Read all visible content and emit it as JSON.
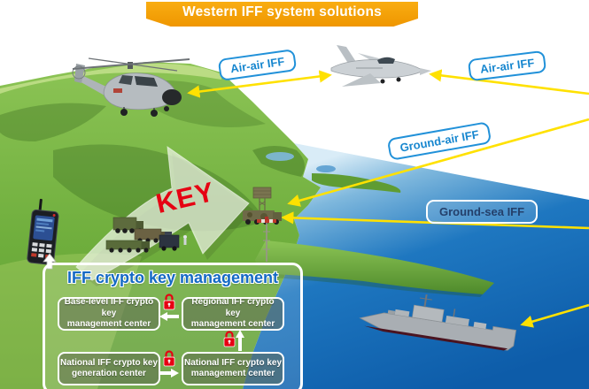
{
  "banner": {
    "title": "Western IFF system solutions"
  },
  "links": {
    "air_air_left": {
      "label": "Air-air IFF"
    },
    "air_air_right": {
      "label": "Air-air IFF"
    },
    "ground_air": {
      "label": "Ground-air IFF"
    },
    "ground_sea": {
      "label": "Ground-sea IFF"
    }
  },
  "key_label": "KEY",
  "crypto_panel": {
    "title": "IFF crypto key management",
    "boxes": {
      "base_level": {
        "line1": "Base-level IFF crypto key",
        "line2": "management center"
      },
      "regional": {
        "line1": "Regional IFF crypto key",
        "line2": "management center"
      },
      "national_generation": {
        "line1": "National IFF crypto key",
        "line2": "generation center"
      },
      "national_management": {
        "line1": "National IFF crypto key",
        "line2": "management center"
      }
    }
  },
  "scene_objects": [
    "helicopter",
    "fighter-jet",
    "warship",
    "radar-vehicle",
    "antenna-mast",
    "military-vehicle-convoy",
    "handheld-crypto-terminal",
    "key-arrow",
    "padlock"
  ],
  "colors": {
    "banner_yellow": "#f5a201",
    "link_arrow_yellow": "#ffe100",
    "label_blue": "#1887cf",
    "key_red": "#e60012",
    "padlock_red": "#e60012",
    "panel_title_blue": "#1469c4",
    "sea_blue": "#1371bb",
    "land_green": "#6aae3c"
  }
}
